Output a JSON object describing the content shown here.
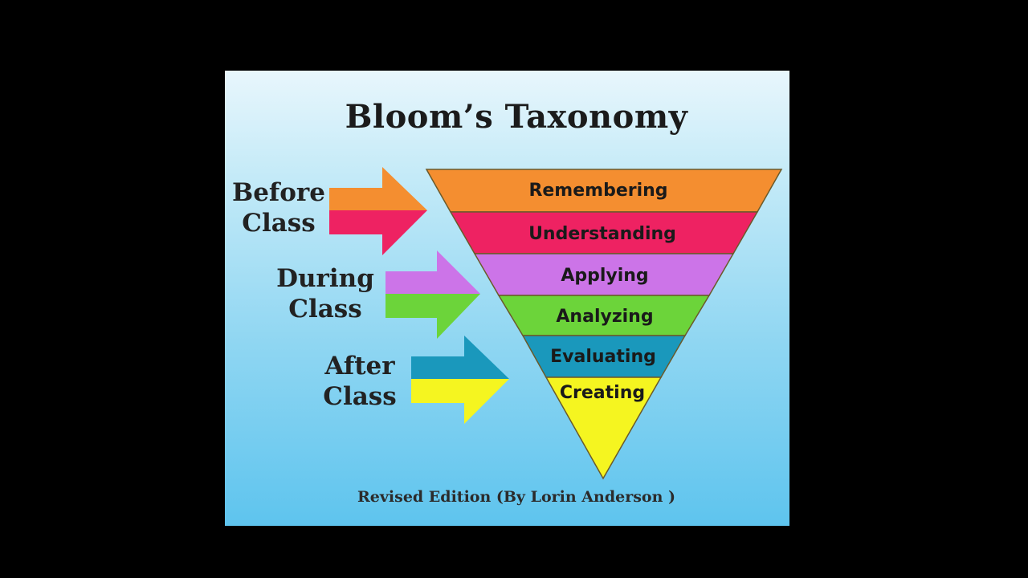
{
  "title": "Bloom’s Taxonomy",
  "phases": [
    {
      "line1": "Before",
      "line2": "Class",
      "arrow_colors": [
        "#f48e30",
        "#ee2262"
      ]
    },
    {
      "line1": "During",
      "line2": "Class",
      "arrow_colors": [
        "#cc74e8",
        "#6cd43a"
      ]
    },
    {
      "line1": "After",
      "line2": "Class",
      "arrow_colors": [
        "#1a98bc",
        "#f5f520"
      ]
    }
  ],
  "levels": [
    {
      "label": "Remembering",
      "color": "#f48e30"
    },
    {
      "label": "Understanding",
      "color": "#ee2262"
    },
    {
      "label": "Applying",
      "color": "#cc74e8"
    },
    {
      "label": "Analyzing",
      "color": "#6cd43a"
    },
    {
      "label": "Evaluating",
      "color": "#1a98bc"
    },
    {
      "label": "Creating",
      "color": "#f5f520"
    }
  ],
  "footer": "Revised Edition (By Lorin Anderson )"
}
